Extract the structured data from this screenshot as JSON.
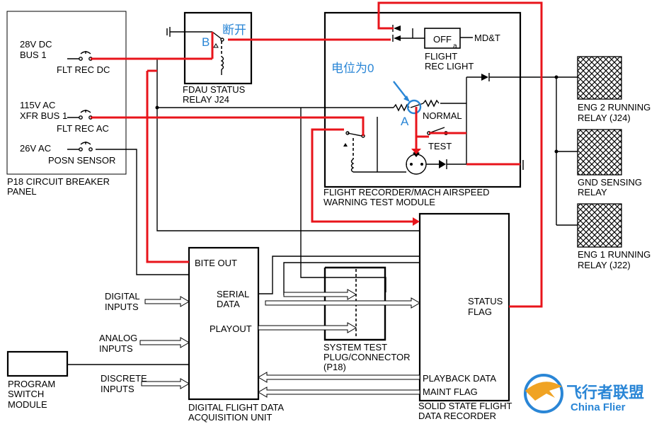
{
  "breaker_panel": {
    "bus1": [
      "28V DC",
      "BUS 1"
    ],
    "flt_rec_dc": "FLT REC DC",
    "xfr_bus": [
      "115V AC",
      "XFR BUS 1"
    ],
    "flt_rec_ac": "FLT REC AC",
    "v26_ac": "26V AC",
    "posn_sensor": "POSN SENSOR",
    "title": [
      "P18 CIRCUIT BREAKER",
      "PANEL"
    ]
  },
  "fdau_relay": {
    "title": [
      "FDAU STATUS",
      "RELAY J24"
    ],
    "point_b": "B",
    "note_open": "断开"
  },
  "test_module": {
    "off_label": "OFF",
    "off_sub": "a",
    "mdt": "MD&T",
    "light_label": [
      "FLIGHT",
      "REC LIGHT"
    ],
    "note_zero": "电位为0",
    "point_a": "A",
    "normal": "NORMAL",
    "test": "TEST",
    "title": [
      "FLIGHT RECORDER/MACH AIRSPEED",
      "WARNING TEST MODULE"
    ]
  },
  "relays": {
    "eng2": [
      "ENG 2 RUNNING",
      "RELAY (J24)"
    ],
    "gnd": [
      "GND SENSING",
      "RELAY"
    ],
    "eng1": [
      "ENG 1 RUNNING",
      "RELAY (J22)"
    ]
  },
  "dfdau": {
    "bite_out": "BITE OUT",
    "serial_data": [
      "SERIAL",
      "DATA"
    ],
    "playout": "PLAYOUT",
    "title": [
      "DIGITAL FLIGHT DATA",
      "ACQUISITION UNIT"
    ]
  },
  "inputs": {
    "digital": [
      "DIGITAL",
      "INPUTS"
    ],
    "analog": [
      "ANALOG",
      "INPUTS"
    ],
    "discrete": [
      "DISCRETE",
      "INPUTS"
    ]
  },
  "program_switch": [
    "PROGRAM",
    "SWITCH",
    "MODULE"
  ],
  "test_plug": [
    "SYSTEM TEST",
    "PLUG/CONNECTOR",
    "(P18)"
  ],
  "ssfdr": {
    "status_flag": [
      "STATUS",
      "FLAG"
    ],
    "playback_data": "PLAYBACK DATA",
    "maint_flag": "MAINT FLAG",
    "title": [
      "SOLID STATE FLIGHT",
      "DATA RECORDER"
    ]
  },
  "watermark": {
    "cn": "飞行者联盟",
    "en": "China Flier"
  },
  "colors": {
    "highlight": "#e8141b",
    "annotation": "#2a86d6",
    "watermark": "#2a86d6"
  }
}
